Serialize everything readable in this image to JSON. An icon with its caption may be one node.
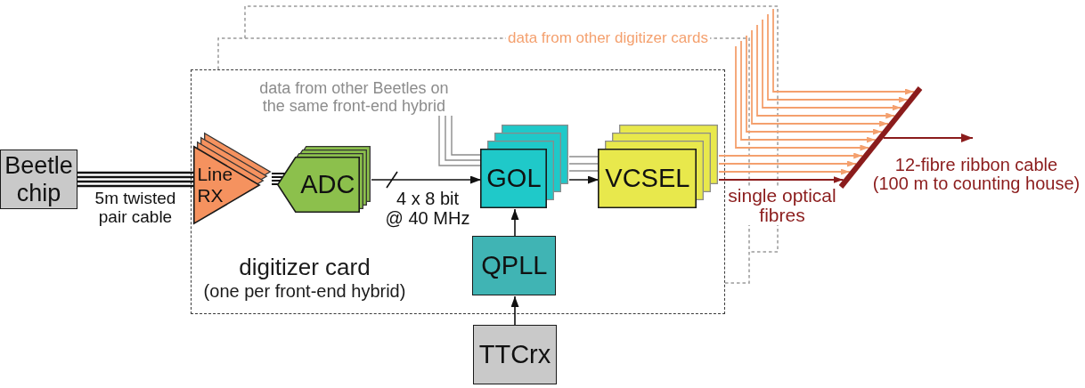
{
  "diagram": {
    "nodes": [
      {
        "text": [
          "Beetle chip"
        ]
      },
      {
        "text": [
          "digitizer card",
          "(one per front-end hybrid)"
        ]
      },
      {
        "text": [
          "Line RX"
        ],
        "in": 1
      },
      {
        "text": [
          "ADC"
        ],
        "in": 1
      },
      {
        "text": [
          "data from other Beetles on the same front-end hybrid"
        ],
        "in": 1
      },
      {
        "text": [
          "GOL"
        ],
        "in": 1
      },
      {
        "text": [
          "VCSEL"
        ],
        "in": 1
      },
      {
        "text": [
          "QPLL"
        ],
        "in": 1
      },
      {
        "text": [
          "TTCrx"
        ]
      },
      {
        "text": [],
        "shape": "bar"
      }
    ],
    "edges": [
      {
        "from": 0,
        "to": 2,
        "arrow": "none",
        "color": "#111111",
        "label": "5m twisted pair cable"
      },
      {
        "from": 2,
        "to": 3,
        "arrow": "none",
        "color": "#111111"
      },
      {
        "from": 3,
        "to": 5,
        "arrow": "to",
        "color": "#111111",
        "label": "4 x 8 bit @ 40 MHz"
      },
      {
        "from": 4,
        "to": 5,
        "arrow": "none",
        "color": "#8c8c8c"
      },
      {
        "from": 4,
        "to": 5,
        "arrow": "none",
        "color": "#8c8c8c"
      },
      {
        "from": 4,
        "to": 5,
        "arrow": "none",
        "color": "#8c8c8c"
      },
      {
        "from": 5,
        "to": 6,
        "arrow": "to",
        "color": "#111111"
      },
      {
        "from": 5,
        "to": 6,
        "arrow": "none",
        "color": "#8c8c8c"
      },
      {
        "from": 5,
        "to": 6,
        "arrow": "none",
        "color": "#8c8c8c"
      },
      {
        "from": 5,
        "to": 6,
        "arrow": "none",
        "color": "#8c8c8c"
      },
      {
        "from": 7,
        "to": 5,
        "arrow": "to",
        "color": "#111111"
      },
      {
        "from": 8,
        "to": 7,
        "arrow": "to",
        "color": "#111111"
      },
      {
        "from": 6,
        "to": 9,
        "arrow": "to",
        "color": "#8b1c1c"
      },
      {
        "from": 6,
        "to": 9,
        "arrow": "to",
        "color": "#f4a06e"
      },
      {
        "from": 6,
        "to": 9,
        "arrow": "to",
        "color": "#f4a06e"
      },
      {
        "from": 6,
        "to": 9,
        "arrow": "to",
        "color": "#f4a06e"
      },
      {
        "from": null,
        "to": 9,
        "arrow": "to",
        "color": "#f4a06e"
      },
      {
        "from": null,
        "to": 9,
        "arrow": "to",
        "color": "#f4a06e"
      },
      {
        "from": null,
        "to": 9,
        "arrow": "to",
        "color": "#f4a06e"
      },
      {
        "from": null,
        "to": 9,
        "arrow": "to",
        "color": "#f4a06e"
      },
      {
        "from": null,
        "to": 9,
        "arrow": "to",
        "color": "#f4a06e"
      },
      {
        "from": null,
        "to": 9,
        "arrow": "to",
        "color": "#f4a06e"
      },
      {
        "from": null,
        "to": 9,
        "arrow": "to",
        "color": "#f4a06e"
      },
      {
        "from": null,
        "to": 9,
        "arrow": "to",
        "color": "#f4a06e"
      },
      {
        "from": 9,
        "to": null,
        "arrow": "to",
        "color": "#8b1c1c",
        "label": "12-fibre ribbon cable (100 m to counting house)"
      }
    ],
    "labels": [
      "data from other digitizer cards",
      "single optical fibres"
    ]
  }
}
